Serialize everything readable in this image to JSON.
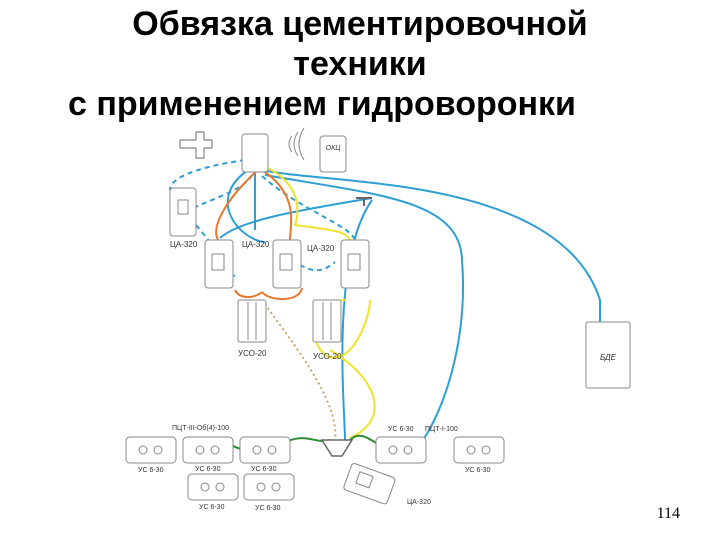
{
  "title": {
    "line1": "Обвязка цементировочной",
    "line2": "техники",
    "line3": "с применением гидроворонки"
  },
  "labels": {
    "okc": "ОКЦ",
    "ca320_left": "ЦА-320",
    "ca320_mid1": "ЦА-320",
    "ca320_mid2": "ЦА-320",
    "ca320_bottom": "ЦА-320",
    "uso20_1": "УСО-20",
    "uso20_2": "УСО-20",
    "bde": "БДЕ",
    "pct3": "ПЦТ-III-Об(4)-100",
    "pct1": "ПЦТ-I-100",
    "us1": "УС 6-30",
    "us2": "УС 6-30",
    "us3": "УС 6-30",
    "us4": "УС 6-30",
    "us5": "УС 6-30",
    "us6": "УС 6-30",
    "us7": "УС 6-30"
  },
  "page_number": "114",
  "colors": {
    "blue": "#2e9fd6",
    "orange": "#e8772e",
    "yellow": "#f2e22c",
    "green": "#2e8b3a",
    "dotted_brown": "#c8a46a"
  }
}
